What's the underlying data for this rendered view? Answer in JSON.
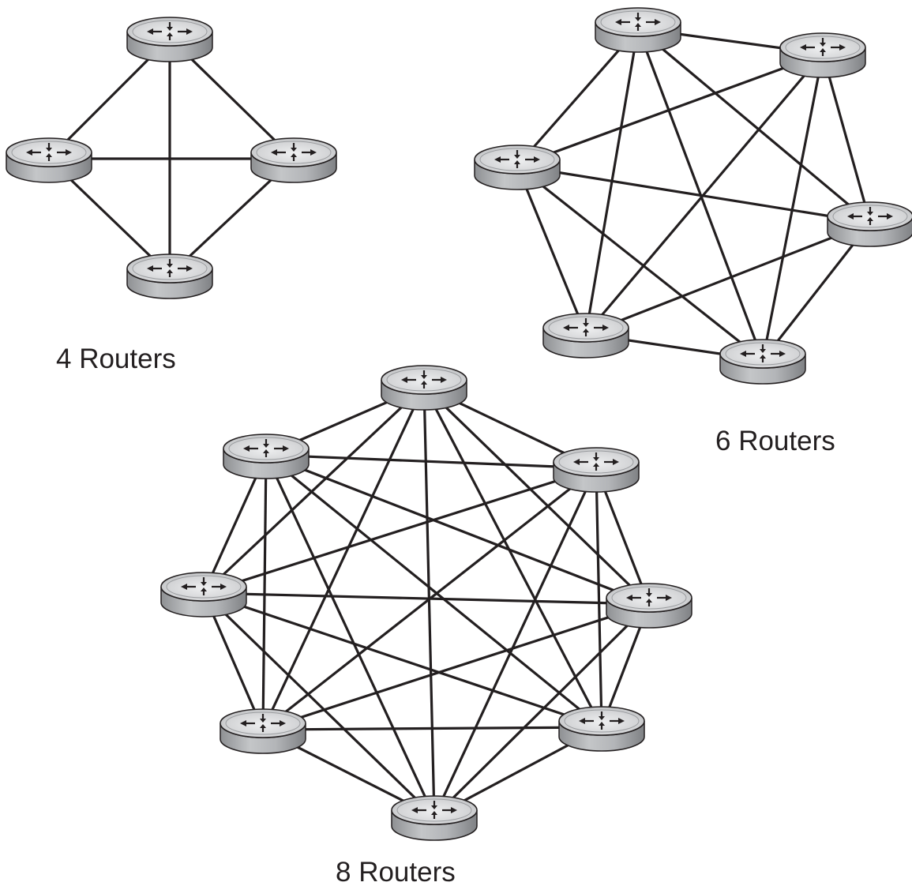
{
  "diagram": {
    "type": "full-mesh-network",
    "node_icon": "router-icon",
    "colors": {
      "link": "#231f20",
      "router_body": "#a9abae",
      "router_top": "#dcdddf",
      "arrow": "#231f20",
      "text": "#231f20"
    },
    "meshes": [
      {
        "id": "mesh-4",
        "label": "4 Routers",
        "router_count": 4,
        "full_mesh": true
      },
      {
        "id": "mesh-6",
        "label": "6 Routers",
        "router_count": 6,
        "full_mesh": true
      },
      {
        "id": "mesh-8",
        "label": "8 Routers",
        "router_count": 8,
        "full_mesh": true
      }
    ]
  }
}
